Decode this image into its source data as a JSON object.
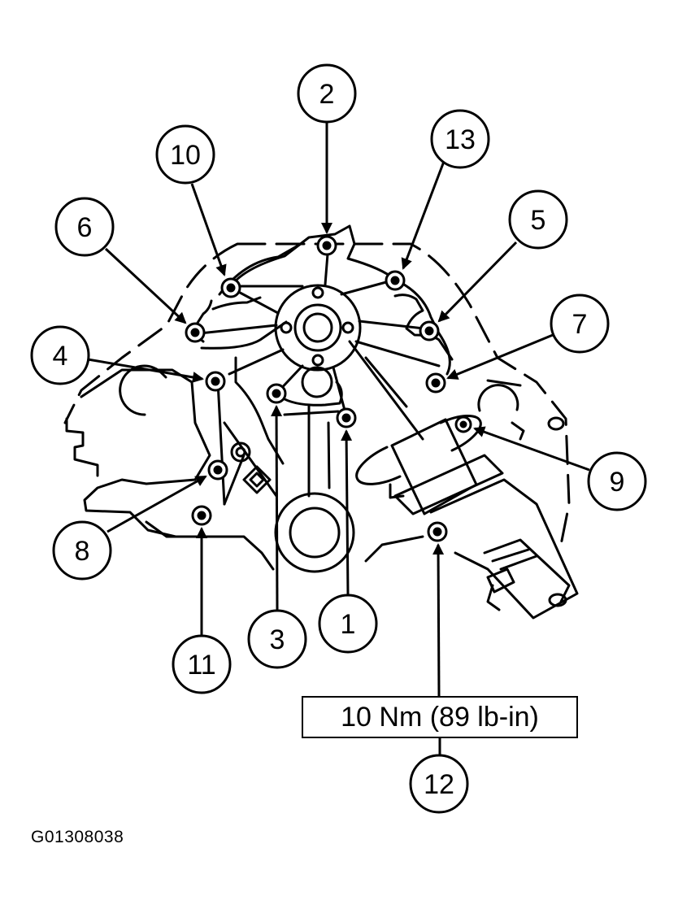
{
  "diagram": {
    "callouts": [
      {
        "id": "1",
        "label": "1"
      },
      {
        "id": "2",
        "label": "2"
      },
      {
        "id": "3",
        "label": "3"
      },
      {
        "id": "4",
        "label": "4"
      },
      {
        "id": "5",
        "label": "5"
      },
      {
        "id": "6",
        "label": "6"
      },
      {
        "id": "7",
        "label": "7"
      },
      {
        "id": "8",
        "label": "8"
      },
      {
        "id": "9",
        "label": "9"
      },
      {
        "id": "10",
        "label": "10"
      },
      {
        "id": "11",
        "label": "11"
      },
      {
        "id": "12",
        "label": "12"
      },
      {
        "id": "13",
        "label": "13"
      }
    ],
    "torque_spec": "10 Nm (89 lb-in)",
    "figure_id": "G01308038"
  }
}
